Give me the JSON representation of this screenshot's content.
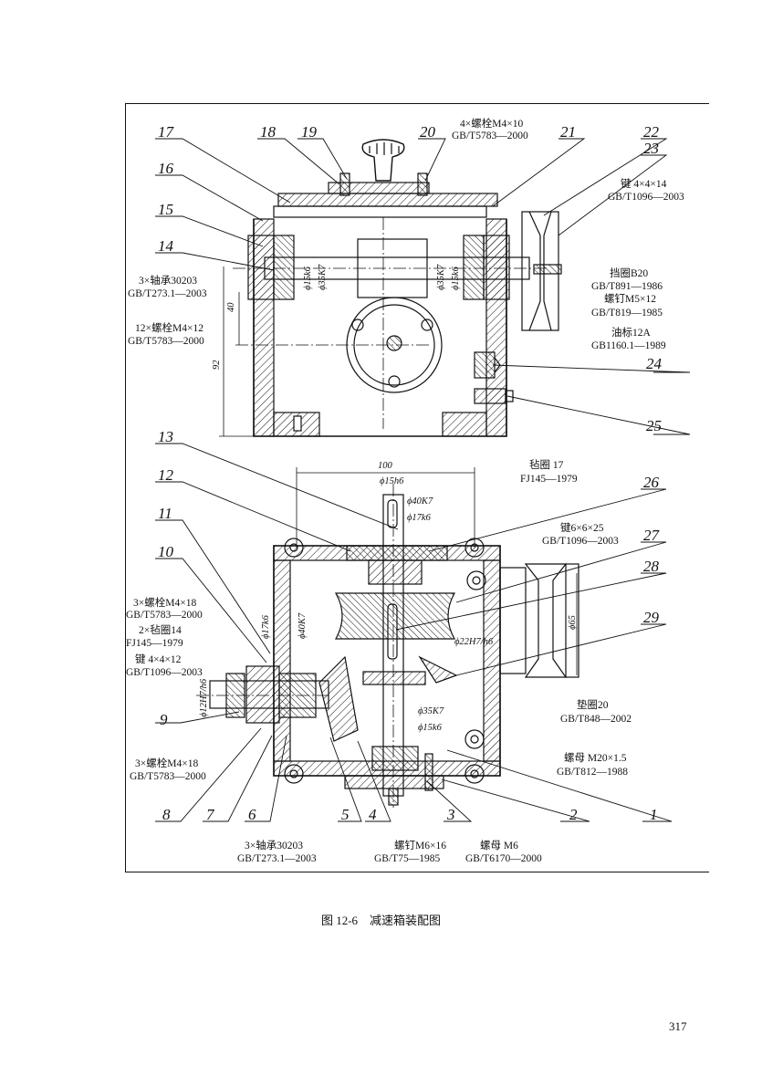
{
  "caption": "图 12-6　减速箱装配图",
  "page_number": "317",
  "part_numbers": [
    "1",
    "2",
    "3",
    "4",
    "5",
    "6",
    "7",
    "8",
    "9",
    "10",
    "11",
    "12",
    "13",
    "14",
    "15",
    "16",
    "17",
    "18",
    "19",
    "20",
    "21",
    "22",
    "23",
    "24",
    "25",
    "26",
    "27",
    "28",
    "29"
  ],
  "callouts": {
    "bolt_top_1": "4×螺栓M4×10",
    "bolt_top_2": "GB/T5783—2000",
    "key_top_1": "键 4×4×14",
    "key_top_2": "GB/T1096—2003",
    "retainer_1": "挡圈B20",
    "retainer_2": "GB/T891—1986",
    "screw_1": "螺钉M5×12",
    "screw_2": "GB/T819—1985",
    "oil_1": "油标12A",
    "oil_2": "GB1160.1—1989",
    "bearing_top_1": "3×轴承30203",
    "bearing_top_2": "GB/T273.1—2003",
    "bolt_left_1": "12×螺栓M4×12",
    "bolt_left_2": "GB/T5783—2000",
    "felt_top_1": "毡圈 17",
    "felt_top_2": "FJ145—1979",
    "key_mid_1": "键6×6×25",
    "key_mid_2": "GB/T1096—2003",
    "bolt_l2_1": "3×螺栓M4×18",
    "bolt_l2_2": "GB/T5783—2000",
    "felt_l_1": "2×毡圈14",
    "felt_l_2": "FJ145—1979",
    "key_l_1": "键 4×4×12",
    "key_l_2": "GB/T1096—2003",
    "bolt_l3_1": "3×螺栓M4×18",
    "bolt_l3_2": "GB/T5783—2000",
    "washer_1": "垫圈20",
    "washer_2": "GB/T848—2002",
    "nut_1": "螺母 M20×1.5",
    "nut_2": "GB/T812—1988",
    "bearing_bot_1": "3×轴承30203",
    "bearing_bot_2": "GB/T273.1—2003",
    "screw_b_1": "螺钉M6×16",
    "screw_b_2": "GB/T75—1985",
    "nut_b_1": "螺母 M6",
    "nut_b_2": "GB/T6170—2000"
  },
  "dimensions": {
    "d40": "40",
    "d92": "92",
    "d100": "100",
    "phi15k6": "ϕ15k6",
    "phi35K7": "ϕ35K7",
    "phi15h6": "ϕ15h6",
    "phi40K7": "ϕ40K7",
    "phi17k6": "ϕ17k6",
    "phi22H7h6": "ϕ22H7/h6",
    "phi65": "ϕ65",
    "phi12H7h6": "ϕ12H7/h6",
    "phi35K7b": "ϕ35K7",
    "phi15k6b": "ϕ15k6"
  }
}
